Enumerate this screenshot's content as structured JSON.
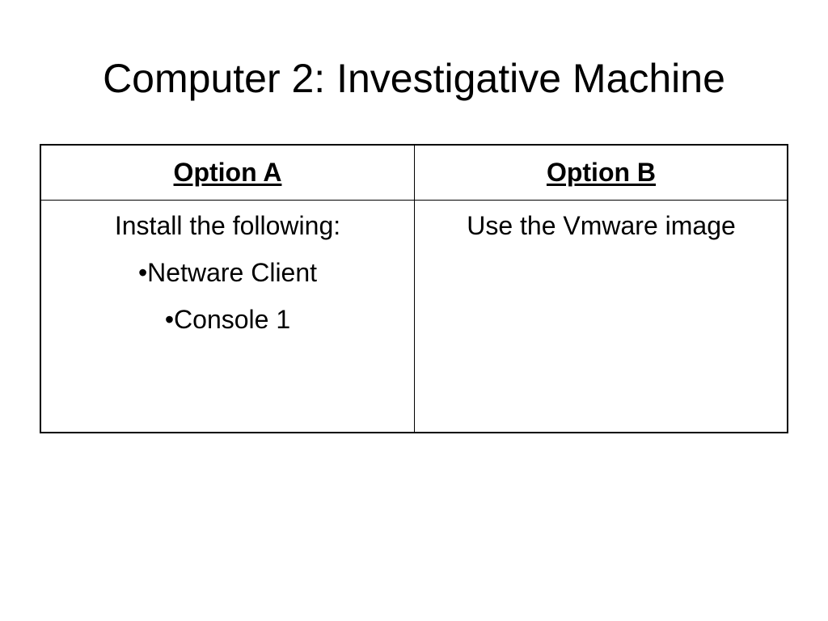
{
  "slide": {
    "title": "Computer 2: Investigative Machine",
    "table": {
      "headers": [
        "Option A",
        "Option B"
      ],
      "option_a": {
        "intro": "Install the following:",
        "items": [
          "•Netware Client",
          "•Console 1"
        ]
      },
      "option_b": {
        "text": "Use the Vmware image"
      }
    }
  }
}
